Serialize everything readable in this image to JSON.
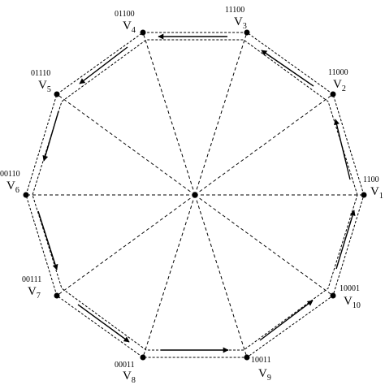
{
  "diagram": {
    "vertices": [
      {
        "id": "v1",
        "name": "V",
        "index": "1",
        "code": "1100"
      },
      {
        "id": "v2",
        "name": "V",
        "index": "2",
        "code": "11000"
      },
      {
        "id": "v3",
        "name": "V",
        "index": "3",
        "code": "11100"
      },
      {
        "id": "v4",
        "name": "V",
        "index": "4",
        "code": "01100"
      },
      {
        "id": "v5",
        "name": "V",
        "index": "5",
        "code": "01110"
      },
      {
        "id": "v6",
        "name": "V",
        "index": "6",
        "code": "00110"
      },
      {
        "id": "v7",
        "name": "V",
        "index": "7",
        "code": "00111"
      },
      {
        "id": "v8",
        "name": "V",
        "index": "8",
        "code": "00011"
      },
      {
        "id": "v9",
        "name": "V",
        "index": "9",
        "code": "10011"
      },
      {
        "id": "v10",
        "name": "V",
        "index": "10",
        "code": "10001"
      }
    ],
    "arrow_direction": "counterclockwise",
    "colors": {
      "line": "#000000",
      "dot": "#000000"
    }
  }
}
